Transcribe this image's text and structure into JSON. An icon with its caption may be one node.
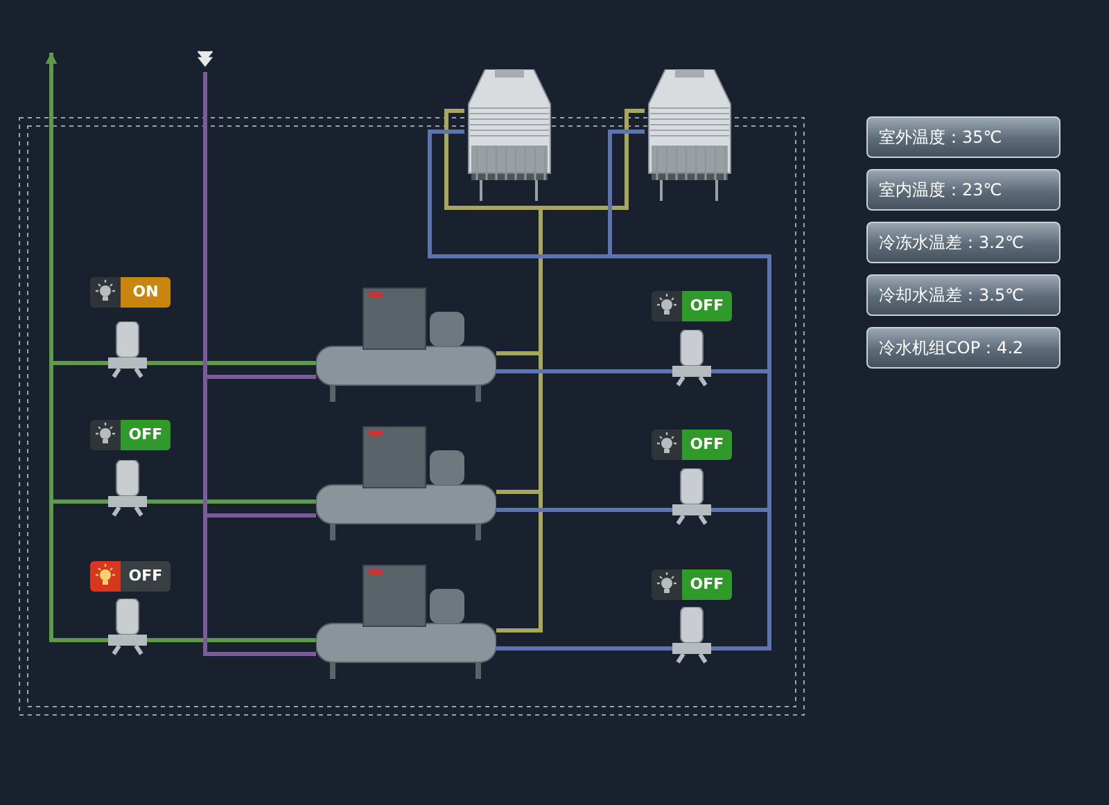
{
  "diagram": {
    "nodes": [
      {
        "text": [
          "室外温度：35℃"
        ]
      },
      {
        "text": [
          "室内温度：23℃"
        ]
      },
      {
        "text": [
          "冷冻水温差：3.2℃"
        ]
      },
      {
        "text": [
          "冷却水温差：3.5℃"
        ]
      },
      {
        "text": [
          "冷水机组COP：4.2"
        ]
      },
      {
        "text": [
          "ON"
        ]
      },
      {
        "text": [
          "OFF"
        ]
      },
      {
        "text": [
          "OFF"
        ]
      },
      {
        "text": [
          "OFF"
        ]
      },
      {
        "text": [
          "OFF"
        ]
      },
      {
        "text": [
          "OFF"
        ]
      },
      {
        "text": [],
        "shape": "picture"
      },
      {
        "text": [],
        "shape": "picture"
      },
      {
        "text": [],
        "shape": "picture"
      },
      {
        "text": [],
        "shape": "picture"
      },
      {
        "text": [],
        "shape": "picture"
      },
      {
        "text": [],
        "shape": "picture"
      },
      {
        "text": [],
        "shape": "picture"
      },
      {
        "text": [],
        "shape": "picture"
      },
      {
        "text": [],
        "shape": "picture"
      },
      {
        "text": [],
        "shape": "picture"
      },
      {
        "text": [],
        "shape": "picture"
      }
    ],
    "edges": [
      {
        "from": 16,
        "to": null,
        "arrow": "to",
        "color": "#5e9a48"
      },
      {
        "from": 17,
        "to": null,
        "arrow": "to",
        "color": "#5e9a48"
      },
      {
        "from": 18,
        "to": null,
        "arrow": "to",
        "color": "#5e9a48"
      },
      {
        "from": 16,
        "to": 13,
        "arrow": "none",
        "color": "#5e9a48"
      },
      {
        "from": 17,
        "to": 14,
        "arrow": "none",
        "color": "#5e9a48"
      },
      {
        "from": 18,
        "to": 15,
        "arrow": "none",
        "color": "#5e9a48"
      },
      {
        "from": null,
        "to": 13,
        "arrow": "none",
        "color": "#7d5a9a"
      },
      {
        "from": null,
        "to": 14,
        "arrow": "none",
        "color": "#7d5a9a"
      },
      {
        "from": null,
        "to": 15,
        "arrow": "none",
        "color": "#7d5a9a"
      },
      {
        "from": 11,
        "to": 13,
        "arrow": "none",
        "color": "#a9a85a"
      },
      {
        "from": 11,
        "to": 14,
        "arrow": "none",
        "color": "#a9a85a"
      },
      {
        "from": 11,
        "to": 15,
        "arrow": "none",
        "color": "#a9a85a"
      },
      {
        "from": 12,
        "to": 13,
        "arrow": "none",
        "color": "#a9a85a"
      },
      {
        "from": 12,
        "to": 14,
        "arrow": "none",
        "color": "#a9a85a"
      },
      {
        "from": 12,
        "to": 15,
        "arrow": "none",
        "color": "#a9a85a"
      },
      {
        "from": 13,
        "to": 19,
        "arrow": "none"
      },
      {
        "from": 14,
        "to": 20,
        "arrow": "none"
      },
      {
        "from": 15,
        "to": 21,
        "arrow": "none"
      },
      {
        "from": 19,
        "to": 11,
        "arrow": "none"
      },
      {
        "from": 20,
        "to": 11,
        "arrow": "none"
      },
      {
        "from": 21,
        "to": 11,
        "arrow": "none"
      },
      {
        "from": 19,
        "to": 12,
        "arrow": "none"
      },
      {
        "from": 20,
        "to": 12,
        "arrow": "none"
      },
      {
        "from": 21,
        "to": 12,
        "arrow": "none"
      }
    ]
  }
}
